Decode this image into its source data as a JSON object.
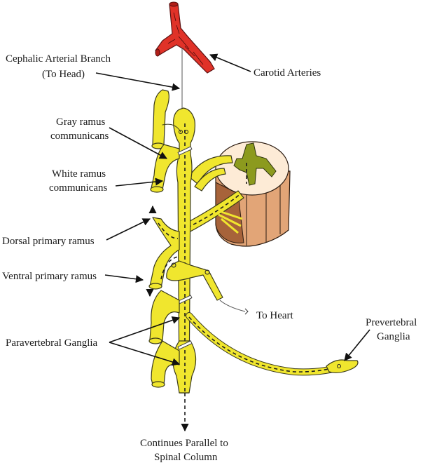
{
  "figure": {
    "title": "Sympathetic chain / autonomic nerve pathways diagram",
    "colors": {
      "nerve": "#f0e62e",
      "gray_matter": "#8c9a1e",
      "artery": "#e03228",
      "spinal_cord_side": "#e2a577",
      "spinal_cord_top": "#fdebd6",
      "label_text": "#1a1a1a"
    }
  },
  "labels": {
    "cephalic_line1": "Cephalic Arterial Branch",
    "cephalic_line2": "(To Head)",
    "carotid": "Carotid Arteries",
    "gray_ramus_line1": "Gray ramus",
    "gray_ramus_line2": "communicans",
    "white_ramus_line1": "White ramus",
    "white_ramus_line2": "communicans",
    "dorsal_ramus": "Dorsal primary ramus",
    "ventral_ramus": "Ventral primary ramus",
    "to_heart": "To Heart",
    "paravertebral": "Paravertebral Ganglia",
    "prevertebral_line1": "Prevertebral",
    "prevertebral_line2": "Ganglia",
    "continues_line1": "Continues Parallel to",
    "continues_line2": "Spinal Column"
  }
}
